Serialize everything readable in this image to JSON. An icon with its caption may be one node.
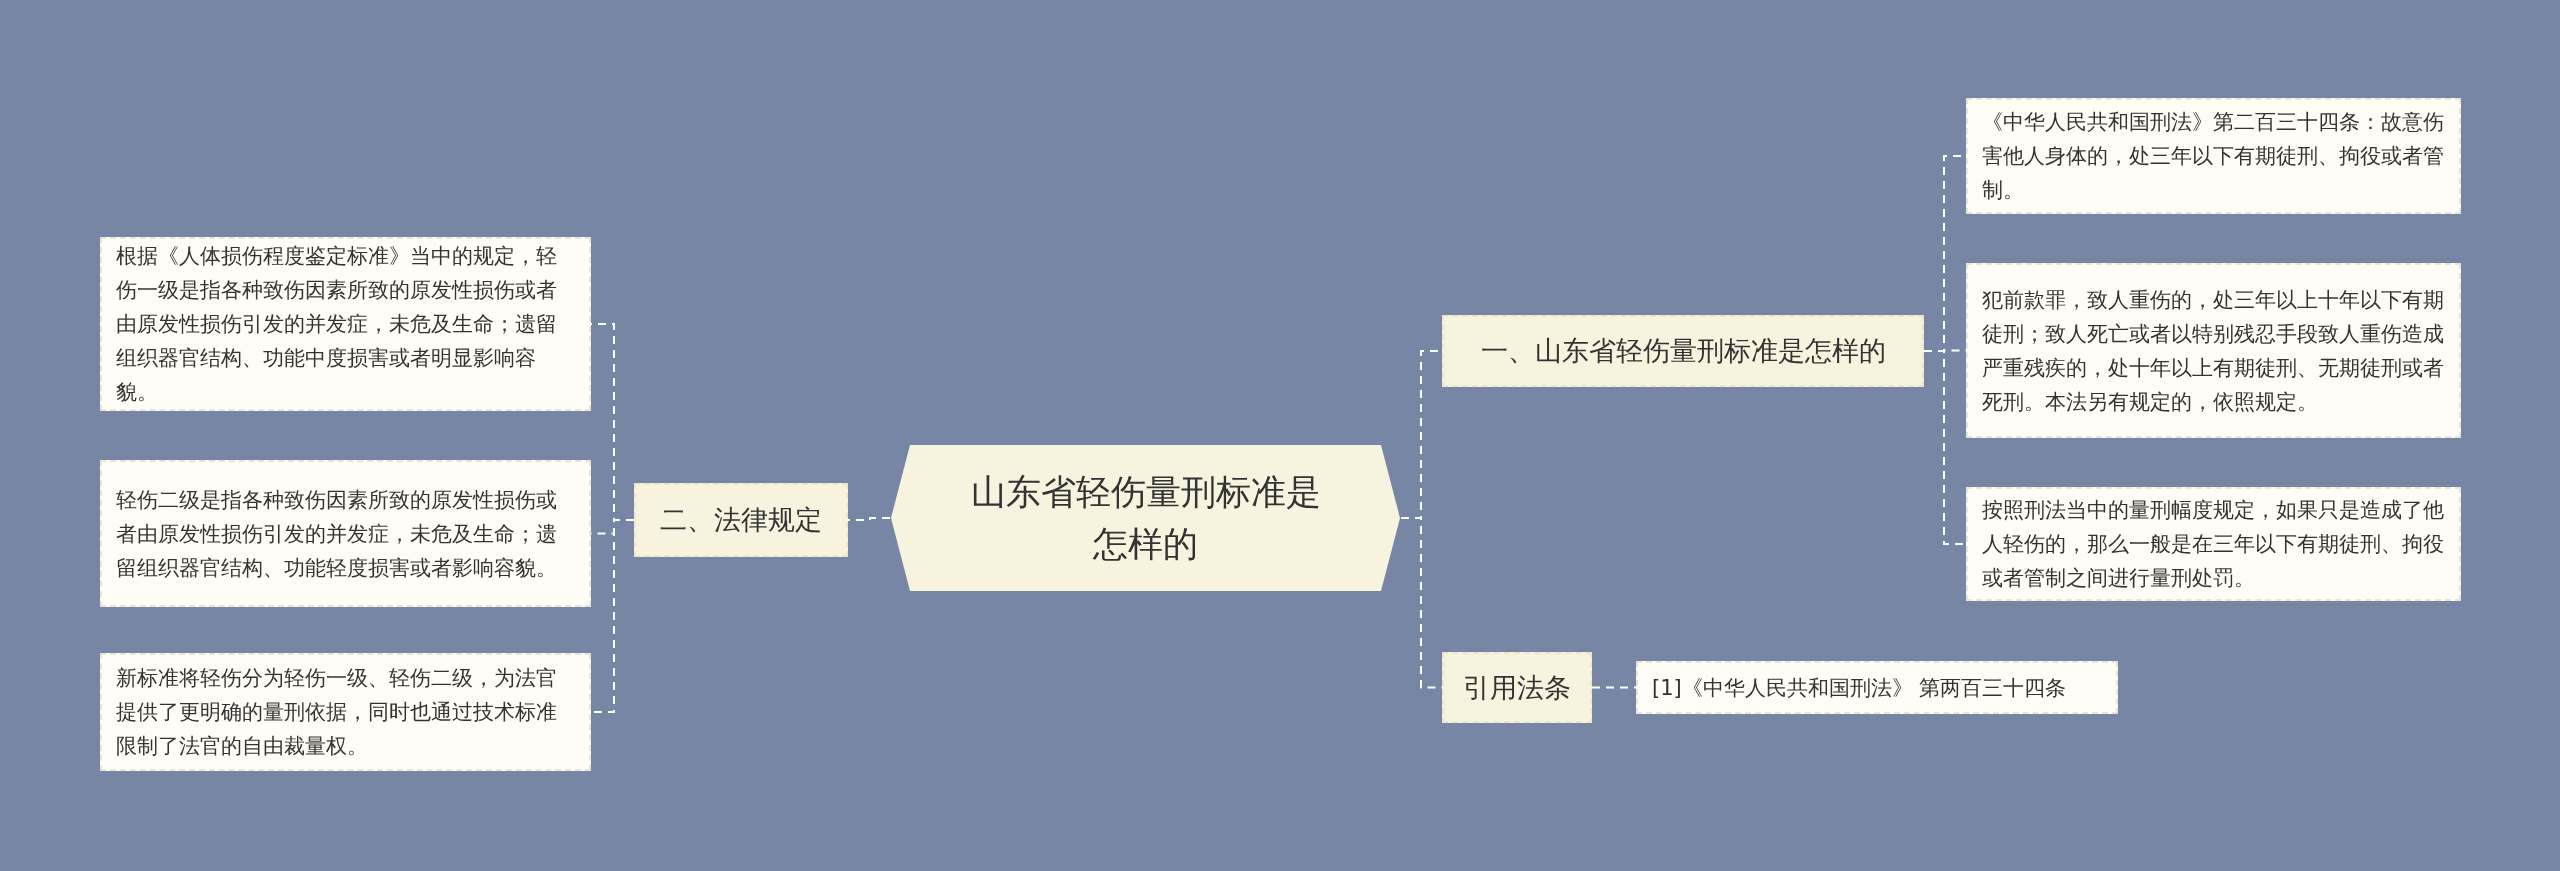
{
  "diagram": {
    "nodes": [
      {
        "text": [
          "山东省轻伤量刑标准是怎样的"
        ]
      },
      {
        "text": [
          "一、山东省轻伤量刑标准是怎样的"
        ]
      },
      {
        "text": [
          "《中华人民共和国刑法》第二百三十四条：故意伤害他人身体的，处三年以下有期徒刑、拘役或者管制。"
        ]
      },
      {
        "text": [
          "犯前款罪，致人重伤的，处三年以上十年以下有期徒刑；致人死亡或者以特别残忍手段致人重伤造成严重残疾的，处十年以上有期徒刑、无期徒刑或者死刑。本法另有规定的，依照规定。"
        ]
      },
      {
        "text": [
          "按照刑法当中的量刑幅度规定，如果只是造成了他人轻伤的，那么一般是在三年以下有期徒刑、拘役或者管制之间进行量刑处罚。"
        ]
      },
      {
        "text": [
          "引用法条"
        ]
      },
      {
        "text": [
          "[1]《中华人民共和国刑法》 第两百三十四条"
        ]
      },
      {
        "text": [
          "二、法律规定"
        ]
      },
      {
        "text": [
          "根据《人体损伤程度鉴定标准》当中的规定，轻伤一级是指各种致伤因素所致的原发性损伤或者由原发性损伤引发的并发症，未危及生命；遗留组织器官结构、功能中度损害或者明显影响容貌。"
        ]
      },
      {
        "text": [
          "轻伤二级是指各种致伤因素所致的原发性损伤或者由原发性损伤引发的并发症，未危及生命；遗留组织器官结构、功能轻度损害或者影响容貌。"
        ]
      },
      {
        "text": [
          "新标准将轻伤分为轻伤一级、轻伤二级，为法官提供了更明确的量刑依据，同时也通过技术标准限制了法官的自由裁量权。"
        ]
      }
    ],
    "edges": [
      {
        "from": 0,
        "to": 1,
        "arrow": "none"
      },
      {
        "from": 1,
        "to": 2,
        "arrow": "none"
      },
      {
        "from": 1,
        "to": 3,
        "arrow": "none"
      },
      {
        "from": 1,
        "to": 4,
        "arrow": "none"
      },
      {
        "from": 0,
        "to": 5,
        "arrow": "none"
      },
      {
        "from": 5,
        "to": 6,
        "arrow": "none"
      },
      {
        "from": 0,
        "to": 7,
        "arrow": "none"
      },
      {
        "from": 7,
        "to": 8,
        "arrow": "none"
      },
      {
        "from": 7,
        "to": 9,
        "arrow": "none"
      },
      {
        "from": 7,
        "to": 10,
        "arrow": "none"
      }
    ]
  }
}
